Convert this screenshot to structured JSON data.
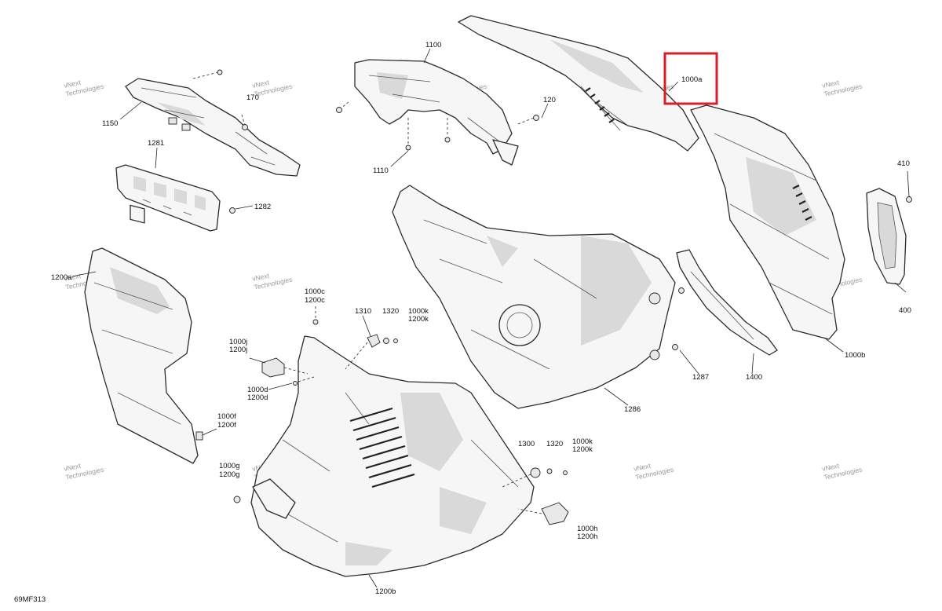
{
  "diagram": {
    "drawing_code": "69MF313",
    "watermark_line1": "vNext",
    "watermark_line2": "Technologies",
    "highlight_color": "#d81e27",
    "labels": {
      "p1150": "1150",
      "p170": "170",
      "p1100": "1100",
      "p120": "120",
      "p1110": "1110",
      "p1000a": "1000a",
      "p1281": "1281",
      "p1282": "1282",
      "p410": "410",
      "p400": "400",
      "p1200a": "1200a",
      "p1000c": "1000c",
      "p1200c": "1200c",
      "p1310": "1310",
      "p1320a": "1320",
      "p1000k_a": "1000k",
      "p1200k_a": "1200k",
      "p1000j": "1000j",
      "p1200j": "1200j",
      "p1000d": "1000d",
      "p1200d": "1200d",
      "p1000b": "1000b",
      "p1287": "1287",
      "p1400": "1400",
      "p1286": "1286",
      "p1000f": "1000f",
      "p1200f": "1200f",
      "p1300": "1300",
      "p1320b": "1320",
      "p1000k_b": "1000k",
      "p1200k_b": "1200k",
      "p1000g": "1000g",
      "p1200g": "1200g",
      "p1000h": "1000h",
      "p1200h": "1200h",
      "p1200b": "1200b"
    }
  }
}
